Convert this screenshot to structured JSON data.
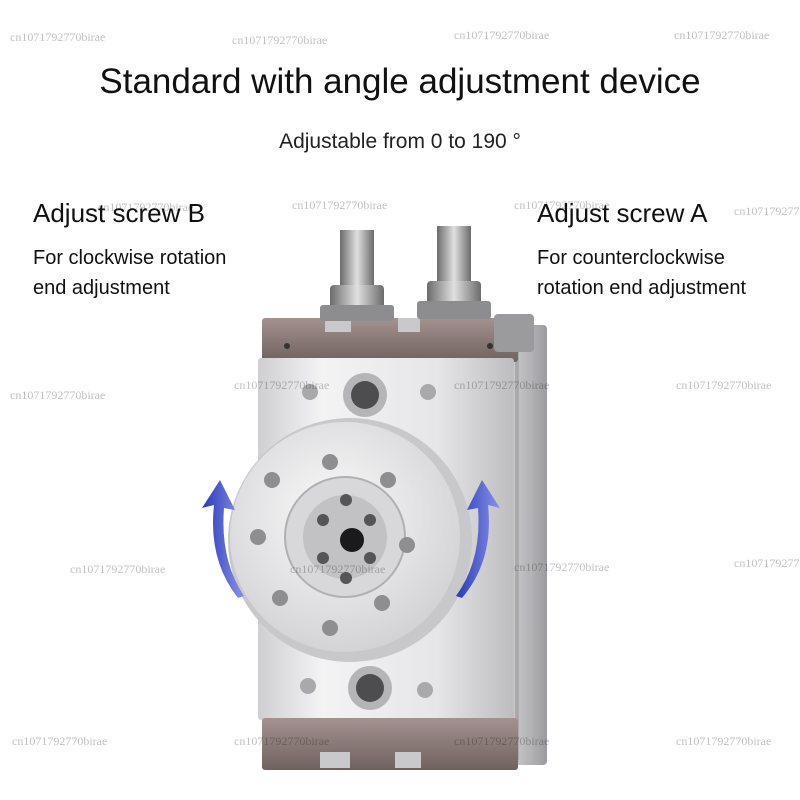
{
  "header": {
    "title": "Standard with angle adjustment device",
    "subtitle": "Adjustable from 0 to 190 °"
  },
  "left_label": {
    "heading": "Adjust screw B",
    "lines": [
      "For clockwise rotation",
      "end adjustment"
    ]
  },
  "right_label": {
    "heading": "Adjust screw A",
    "lines": [
      "For counterclockwise",
      "rotation end adjustment"
    ]
  },
  "watermark": "cn1071792770birae",
  "colors": {
    "arrow": "#4a55c8",
    "body": "#e8e8ea",
    "flange": "#f2f2f3",
    "end_cap": "#8a7a78"
  }
}
